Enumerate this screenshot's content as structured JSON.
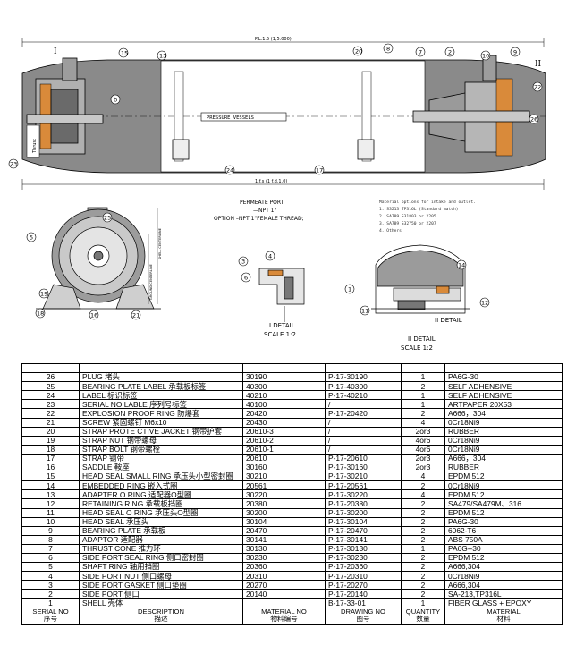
{
  "drawing": {
    "dim_top": "P.L.1.5 (1,5.000)",
    "dim_bottom": "1.f.s (1 f.d.1.0)",
    "vessel_label": "PRESSURE VESSELS",
    "end_label": "Thrust",
    "permeate": [
      "PERMEATE PORT",
      "—NPT 1\"",
      "OPTION –NPT 1\"FEMALE THREAD;"
    ],
    "material_notes": [
      "Material options for intake and outlet.",
      "1. S3213 TP316L  (Standard match)",
      "2. SA789 S31803 or 2205",
      "3. SA789 S32750 or 2207",
      "4. Others"
    ],
    "side_dim_a": "SHELL CENTERLINE",
    "side_dim_b": "GROUND CENTERLINE",
    "detail_i": "I DETAIL",
    "detail_i_scale": "SCALE 1:2",
    "detail_ii": "II DETAIL",
    "detail_ii_label": "II DETAIL",
    "detail_ii_scale": "SCALE 1:2",
    "view_mark_i": "I",
    "view_mark_ii": "II",
    "callouts": {
      "c15": "15",
      "c13": "13",
      "cb": "b",
      "c20": "20",
      "c8": "8",
      "c7": "7",
      "c2": "2",
      "c10": "10",
      "c9": "9",
      "c22": "22",
      "c26": "26",
      "c23": "23",
      "c24": "24",
      "c17": "17",
      "d25": "25",
      "d5": "5",
      "d19": "19",
      "d18": "18",
      "d16": "16",
      "d21": "21",
      "e3": "3",
      "e4": "4",
      "e6": "6",
      "e1": "1",
      "e14": "14",
      "e11": "11",
      "e12": "12"
    }
  },
  "bom": {
    "header": {
      "serial": "SERIAL NO",
      "serial_cn": "序号",
      "description": "DESCRIPTION",
      "description_cn": "描述",
      "material_no": "MATERIAL NO",
      "material_no_cn": "物料编号",
      "drawing_no": "DRAWING NO",
      "drawing_no_cn": "图号",
      "quantity": "QUANTITY",
      "quantity_cn": "数量",
      "material": "MATERIAL",
      "material_cn": "材料"
    },
    "rows": [
      [
        "26",
        "PLUG 堵头",
        "30190",
        "P-17-30190",
        "1",
        "PA6G-30"
      ],
      [
        "25",
        "BEARING PLATE LABEL 承载板标签",
        "40300",
        "P-17-40300",
        "2",
        "SELF  ADHENSIVE"
      ],
      [
        "24",
        "LABEL 标识标签",
        "40210",
        "P-17-40210",
        "1",
        "SELF  ADHENSIVE"
      ],
      [
        "23",
        "SERIAL NO LABLE 序列号标签",
        "40100",
        "/",
        "1",
        "ARTPAPER 20X53"
      ],
      [
        "22",
        "EXPLOSION PROOF RING 防爆套",
        "20420",
        "P-17-20420",
        "2",
        "A666，304"
      ],
      [
        "21",
        "SCREW 紧固螺钉  M6x10",
        "20430",
        "/",
        "4",
        "0Cr18Ni9"
      ],
      [
        "20",
        "STRAP PROTE CTIVE JACKET 钢带护套",
        "20610-3",
        "/",
        "2or3",
        "RUBBER"
      ],
      [
        "19",
        "STRAP NUT 钢带螺母",
        "20610-2",
        "/",
        "4or6",
        "0Cr18Ni9"
      ],
      [
        "18",
        "STRAP BOLT 钢带螺栓",
        "20610-1",
        "/",
        "4or6",
        "0Cr18Ni9"
      ],
      [
        "17",
        "STRAP 钢带",
        "20610",
        "P-17-20610",
        "2or3",
        "A666，304"
      ],
      [
        "16",
        "SADDLE 鞍座",
        "30160",
        "P-17-30160",
        "2or3",
        "RUBBER"
      ],
      [
        "15",
        "HEAD SEAL SMALL RING 承压头小型密封圈",
        "30210",
        "P-17-30210",
        "4",
        "EPDM 512"
      ],
      [
        "14",
        "EMBEDDED RING 嵌入式圈",
        "20561",
        "P-17-20561",
        "2",
        "0Cr18Ni9"
      ],
      [
        "13",
        "ADAPTER O RING 适配器O型圈",
        "30220",
        "P-17-30220",
        "4",
        "EPDM 512"
      ],
      [
        "12",
        "RETAINING RING 承载板挡圈",
        "20380",
        "P-17-20380",
        "2",
        "SA479/SA479M、316"
      ],
      [
        "11",
        "HEAD SEAL O RING 承压头O型圈",
        "30200",
        "P-17-30200",
        "2",
        "EPDM 512"
      ],
      [
        "10",
        "HEAD SEAL 承压头",
        "30104",
        "P-17-30104",
        "2",
        "PA6G-30"
      ],
      [
        "9",
        "BEARING PLATE 承载板",
        "20470",
        "P-17-20470",
        "2",
        "6062-T6"
      ],
      [
        "8",
        "ADAPTOR 适配器",
        "30141",
        "P-17-30141",
        "2",
        "ABS 750A"
      ],
      [
        "7",
        "THRUST CONE 推力环",
        "30130",
        "P-17-30130",
        "1",
        "PA6G--30"
      ],
      [
        "6",
        "SIDE PORT SEAL RING 侧口密封圈",
        "30230",
        "P-17-30230",
        "2",
        "EPDM 512"
      ],
      [
        "5",
        "SHAFT RING 轴用挡圈",
        "20360",
        "P-17-20360",
        "2",
        "A666,304"
      ],
      [
        "4",
        "SIDE PORT NUT 侧口螺母",
        "20310",
        "P-17-20310",
        "2",
        "0Cr18Ni9"
      ],
      [
        "3",
        "SIDE PORT GASKET 侧口垫圈",
        "20270",
        "P-17-20270",
        "2",
        "A666,304"
      ],
      [
        "2",
        "SIDE PORT 侧口",
        "20140",
        "P-17-20140",
        "2",
        "SA-213,TP316L"
      ],
      [
        "1",
        "SHELL 壳体",
        "",
        "B-17-33-01",
        "1",
        "FIBER GLASS + EPOXY"
      ]
    ]
  }
}
